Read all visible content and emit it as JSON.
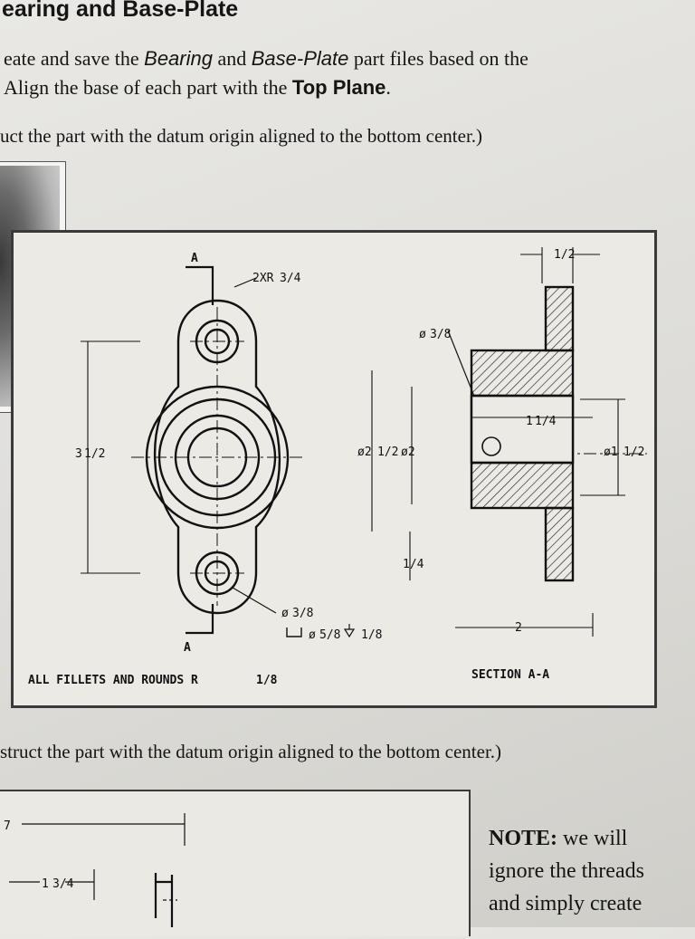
{
  "page": {
    "heading": "earing and Base-Plate",
    "intro_a": "eate and save the ",
    "intro_part1": "Bearing",
    "intro_and": " and ",
    "intro_part2": "Base-Plate",
    "intro_b": " part files based on the",
    "intro_line2_a": " Align the base of each part with the ",
    "intro_plane": "Top Plane",
    "intro_period": ".",
    "instruction_1": "uct the part with the datum origin aligned to the bottom center.)",
    "instruction_2": "struct the part with the datum origin aligned to the bottom center.)"
  },
  "drawing": {
    "section_a_top": "A",
    "section_a_bottom": "A",
    "hole_callout": "2XR",
    "hole_callout_frac": "3/4",
    "dia_top": "ø",
    "dia_top_frac": "3/8",
    "top_dim_frac": "1/2",
    "dim_1_1_4_whole": "1",
    "dim_1_1_4_frac": "1/4",
    "dia_2_1_2_prefix": "ø2",
    "dia_2_1_2_frac": "1/2",
    "dia_2": "ø2",
    "dia_1_1_2_prefix": "ø1",
    "dia_1_1_2_frac": "1/2",
    "height_3_1_2_whole": "3",
    "height_3_1_2_frac": "1/2",
    "dim_1_4": "1/4",
    "dim_2": "2",
    "cbore_dia": "ø",
    "cbore_dia_frac": "3/8",
    "cbore_spec": "ø",
    "cbore_spec_frac": "5/8",
    "cbore_depth_frac": "1/8",
    "fillets_note": "ALL FILLETS AND ROUNDS R",
    "fillets_frac": "1/8",
    "section_label": "SECTION A-A"
  },
  "note": {
    "label": "NOTE:",
    "line1": " we will",
    "line2": "ignore the threads",
    "line3": "and simply create"
  },
  "lower_drawing": {
    "dim_7": "7",
    "dim_1_3_4_whole": "1",
    "dim_1_3_4_frac": "3/4"
  }
}
